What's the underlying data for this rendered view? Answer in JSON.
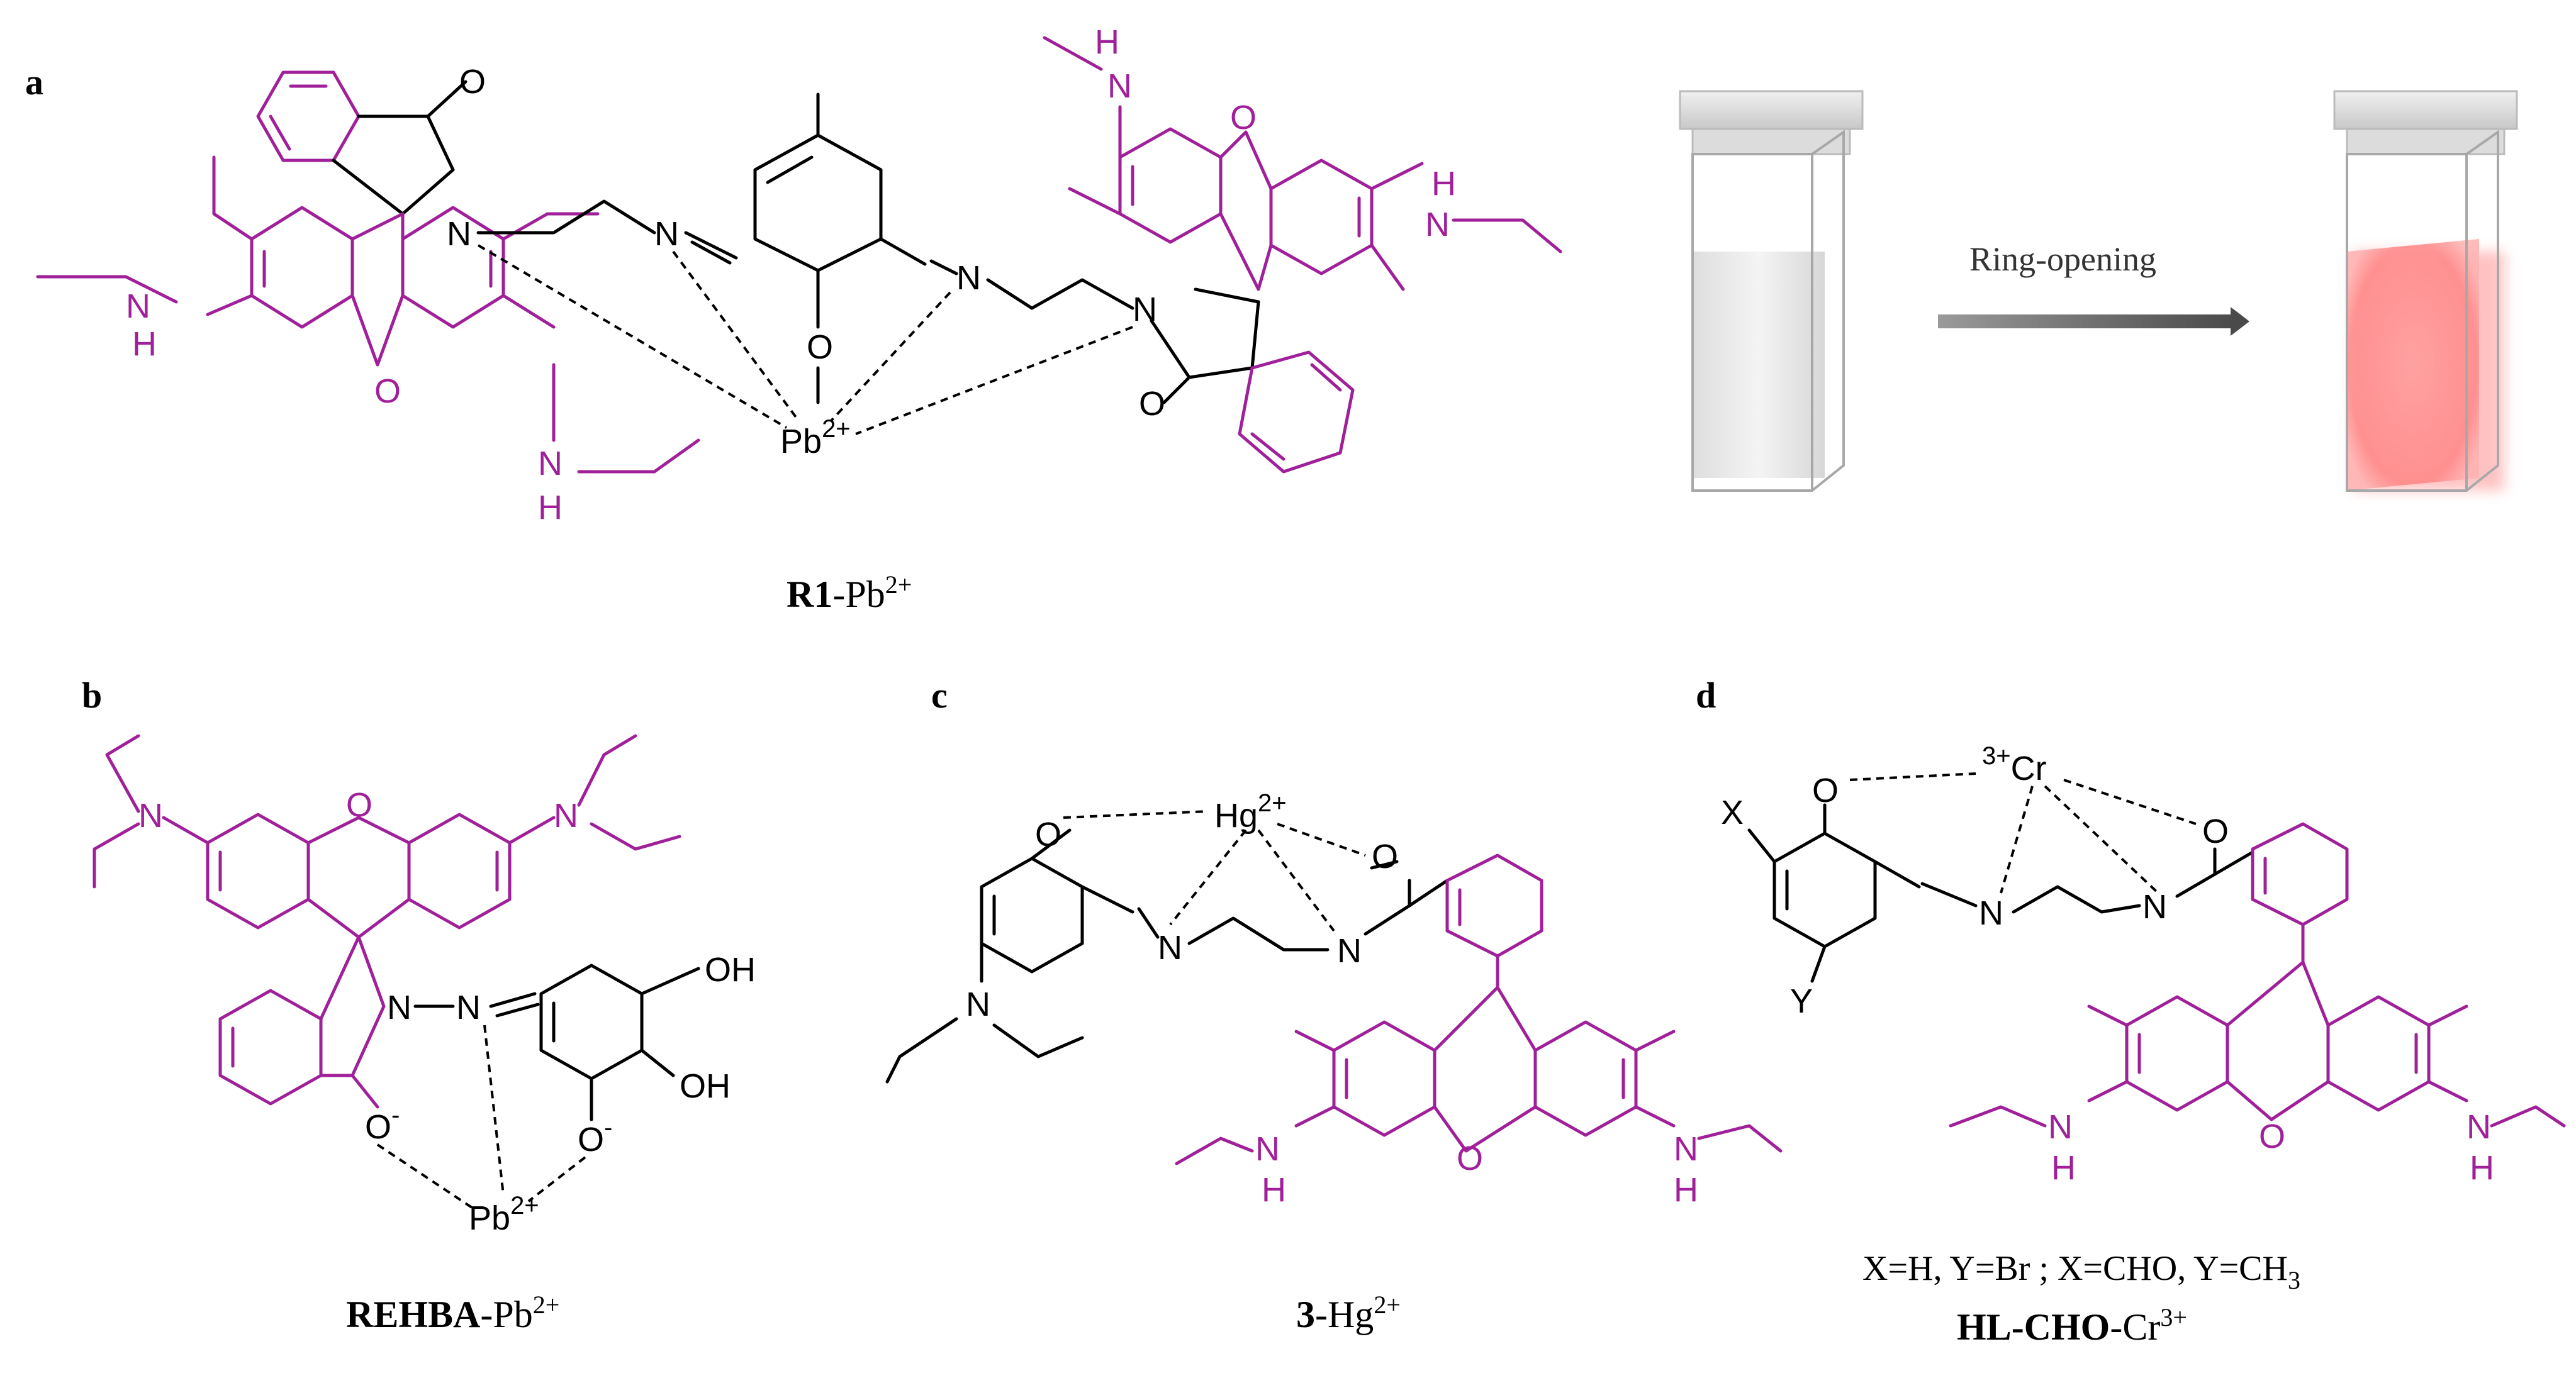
{
  "panels": {
    "a": {
      "letter": "a",
      "caption_bold": "R1",
      "caption_rest": "-Pb",
      "caption_sup": "2+",
      "atoms": {
        "metal": "Pb",
        "metal_charge": "2+",
        "O": "O",
        "N": "N",
        "H": "H"
      },
      "arrow_label": "Ring-opening"
    },
    "b": {
      "letter": "b",
      "caption_bold": "REHBA",
      "caption_rest": "-Pb",
      "caption_sup": "2+",
      "atoms": {
        "metal": "Pb",
        "metal_charge": "2+",
        "OH": "OH",
        "O_minus": "O",
        "minus": "-",
        "N": "N"
      }
    },
    "c": {
      "letter": "c",
      "caption_bold": "3",
      "caption_rest": "-Hg",
      "caption_sup": "2+",
      "atoms": {
        "metal": "Hg",
        "metal_charge": "2+",
        "O": "O",
        "N": "N",
        "H": "H"
      }
    },
    "d": {
      "letter": "d",
      "caption_bold": "HL-CHO",
      "caption_rest": "-Cr",
      "caption_sup": "3+",
      "atoms": {
        "metal": "Cr",
        "metal_charge": "3+",
        "X": "X",
        "Y": "Y",
        "O": "O",
        "N": "N",
        "H": "H"
      },
      "substituents_note": "X=H, Y=Br ; X=CHO, Y=CH",
      "substituents_sub": "3"
    }
  },
  "colors": {
    "rhodamine": "#a0209a",
    "bonds": "#000000",
    "solution_after": "#ff8a8a",
    "arrow": "#555555"
  }
}
